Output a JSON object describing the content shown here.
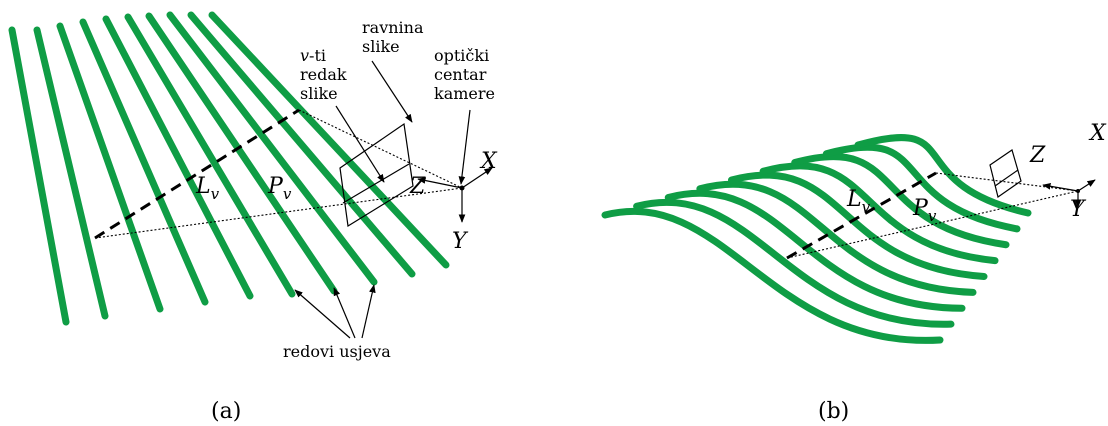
{
  "colors": {
    "crop_row": "#0f9d45",
    "line": "#000000",
    "background": "#ffffff"
  },
  "panel_a": {
    "caption": "(a)",
    "label_image_plane_line1": "ravnina",
    "label_image_plane_line2": "slike",
    "label_row_v_line1": "v",
    "label_row_v_line1_suffix": "-ti",
    "label_row_v_line2": "redak",
    "label_row_v_line3": "slike",
    "label_optical_center_line1": "optički",
    "label_optical_center_line2": "centar",
    "label_optical_center_line3": "kamere",
    "label_crop_rows": "redovi usjeva",
    "symbol_L": "L",
    "symbol_L_sub": "v",
    "symbol_P": "P",
    "symbol_P_sub": "v",
    "axis_x": "X",
    "axis_y": "Y",
    "axis_z": "Z"
  },
  "panel_b": {
    "caption": "(b)",
    "symbol_L": "L",
    "symbol_L_sub": "v",
    "symbol_P": "P",
    "symbol_P_sub": "v",
    "axis_x": "X",
    "axis_y": "Y",
    "axis_z": "Z"
  }
}
